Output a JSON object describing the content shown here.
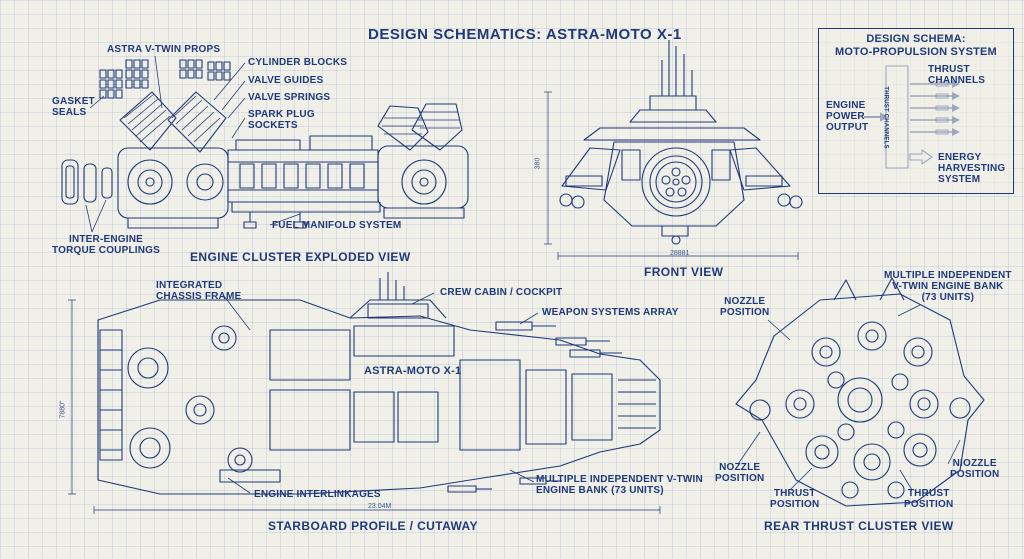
{
  "title": "DESIGN SCHEMATICS: ASTRA-MOTO X-1",
  "engine_view": {
    "section_title": "ENGINE CLUSTER EXPLODED VIEW",
    "labels": {
      "props": "ASTRA V-TWIN PROPS",
      "gasket": "GASKET\nSEALS",
      "cylinder": "CYLINDER BLOCKS",
      "valve_guides": "VALVE GUIDES",
      "valve_springs": "VALVE SPRINGS",
      "spark": "SPARK PLUG\nSOCKETS",
      "fuel": "FUEL MANIFOLD SYSTEM",
      "couplings": "INTER-ENGINE\nTORQUE COUPLINGS"
    }
  },
  "front_view": {
    "section_title": "FRONT VIEW",
    "dim_height": "380",
    "dim_width": "28881"
  },
  "schema": {
    "title": "DESIGN SCHEMA:\nMOTO-PROPULSION SYSTEM",
    "input": "ENGINE\nPOWER\nOUTPUT",
    "column": "THRUST CHANNELS",
    "thrust": "THRUST\nCHANNELS",
    "energy": "ENERGY\nHARVESTING\nSYSTEM"
  },
  "profile_view": {
    "section_title": "STARBOARD PROFILE / CUTAWAY",
    "name_plate": "ASTRA-MOTO X-1",
    "dim_height": "7880\"",
    "dim_length": "23.04M",
    "labels": {
      "chassis": "INTEGRATED\nCHASSIS FRAME",
      "cabin": "CREW CABIN / COCKPIT",
      "weapons": "WEAPON SYSTEMS ARRAY",
      "interlinkages": "ENGINE INTERLINKAGES",
      "bank": "MULTIPLE INDEPENDENT V-TWIN\nENGINE BANK (73 UNITS)"
    }
  },
  "rear_view": {
    "section_title": "REAR THRUST CLUSTER VIEW",
    "labels": {
      "bank": "MULTIPLE INDEPENDENT\nV-TWIN ENGINE BANK\n(73 UNITS)",
      "nozzle_tl": "NOZZLE\nPOSITION",
      "nozzle_bl": "NOZZLE\nPOSITION",
      "nozzle_br": "NIOZZLE\nPOSITION",
      "thrust_l": "THRUST\nPOSITION",
      "thrust_r": "THRUST\nPOSITION"
    }
  },
  "colors": {
    "ink": "#1f3a7a",
    "paper": "#f1f0e8",
    "grid": "#3c5aa0"
  }
}
